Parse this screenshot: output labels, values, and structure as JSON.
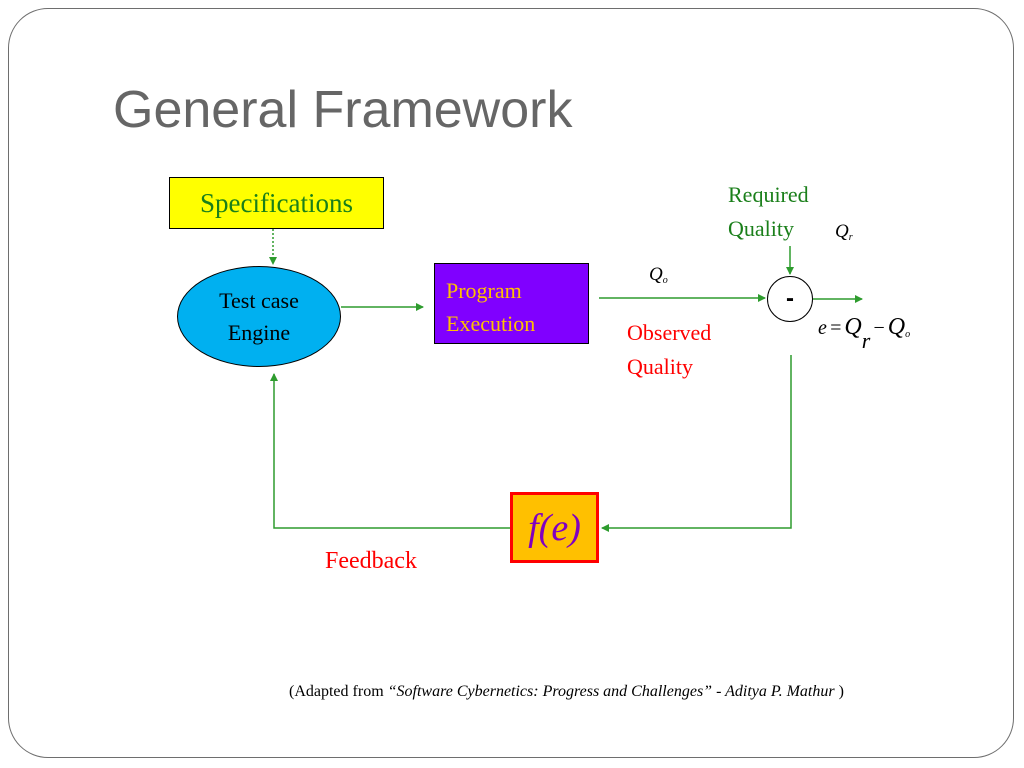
{
  "title": "General Framework",
  "nodes": {
    "specifications": "Specifications",
    "test_case_engine": "Test case\nEngine",
    "program_execution": "Program\nExecution",
    "summing_junction": "-",
    "feedback_function": "f(e)"
  },
  "labels": {
    "required_quality": "Required\nQuality",
    "qr_symbol": "Q",
    "qr_subscript": "r",
    "qo_symbol": "Q",
    "qo_subscript": "o",
    "observed_quality": "Observed\nQuality",
    "feedback": "Feedback"
  },
  "equation": {
    "lhs": "e",
    "equals": "=",
    "q1": "Q",
    "q1_sub": "r",
    "minus": "−",
    "q2": "Q",
    "q2_sub": "o"
  },
  "caption": {
    "prefix": "(Adapted from ",
    "source": "“Software Cybernetics: Progress and Challenges” - Aditya P. Mathur ",
    "suffix": ")"
  },
  "colors": {
    "title": "#666666",
    "specifications_fill": "#ffff00",
    "specifications_text": "#1a7f1a",
    "engine_fill": "#00b0f0",
    "program_fill": "#8000ff",
    "program_text": "#ffc000",
    "feedback_fill": "#ffc000",
    "feedback_border": "#ff0000",
    "feedback_text": "#8000c0",
    "arrow": "#2e9c2e",
    "observed_quality": "#ff0000",
    "required_quality": "#1a7f1a"
  }
}
